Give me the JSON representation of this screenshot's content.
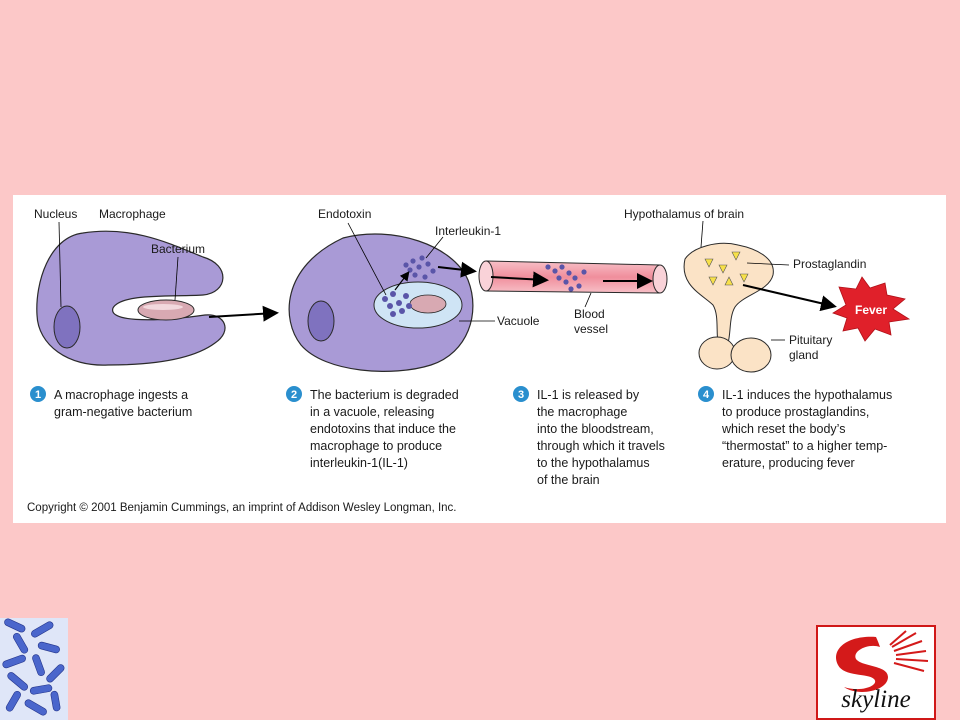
{
  "figure": {
    "labels": {
      "nucleus": "Nucleus",
      "macrophage": "Macrophage",
      "bacterium": "Bacterium",
      "endotoxin": "Endotoxin",
      "interleukin": "Interleukin-1",
      "vacuole": "Vacuole",
      "blood_vessel": [
        "Blood",
        "vessel"
      ],
      "hypothalamus": "Hypothalamus of brain",
      "prostaglandin": "Prostaglandin",
      "pituitary": [
        "Pituitary",
        "gland"
      ],
      "fever": "Fever"
    },
    "steps": [
      {
        "number": "1",
        "lines": [
          "A macrophage ingests a",
          "gram-negative bacterium"
        ]
      },
      {
        "number": "2",
        "lines": [
          "The bacterium is degraded",
          "in a vacuole, releasing",
          "endotoxins that induce the",
          "macrophage to produce",
          "interleukin-1(IL-1)"
        ]
      },
      {
        "number": "3",
        "lines": [
          "IL-1 is released by",
          "the macrophage",
          "into the bloodstream,",
          "through which it travels",
          "to the hypothalamus",
          "of the brain"
        ]
      },
      {
        "number": "4",
        "lines": [
          "IL-1 induces the hypothalamus",
          "to produce prostaglandins,",
          "which reset the body’s",
          "“thermostat” to a higher temp-",
          "erature, producing fever"
        ]
      }
    ],
    "copyright": "Copyright © 2001 Benjamin Cummings, an imprint of Addison Wesley Longman, Inc."
  },
  "logo": {
    "brand": "skyline"
  },
  "colors": {
    "background": "#fcc8c8",
    "cell": "#a99ad6",
    "vessel": "#f3a3ae",
    "brain": "#fbe3c6",
    "fever_burst": "#e0202a",
    "step_badge": "#2a8fce"
  }
}
